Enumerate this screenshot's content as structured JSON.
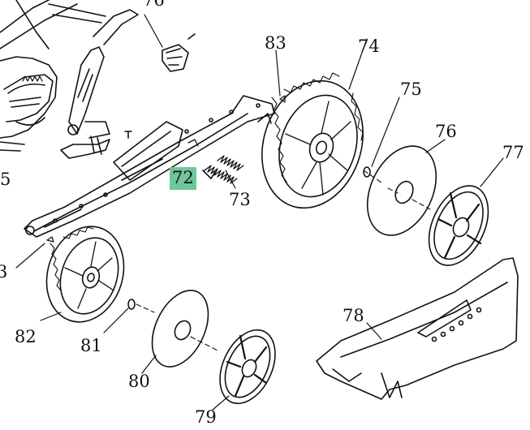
{
  "diagram": {
    "labels": [
      {
        "id": "label-76-top",
        "text": "76"
      },
      {
        "id": "label-83",
        "text": "83"
      },
      {
        "id": "label-74",
        "text": "74"
      },
      {
        "id": "label-75",
        "text": "75"
      },
      {
        "id": "label-76",
        "text": "76"
      },
      {
        "id": "label-77",
        "text": "77"
      },
      {
        "id": "label-85",
        "text": "5"
      },
      {
        "id": "label-72",
        "text": "72",
        "highlighted": true
      },
      {
        "id": "label-73",
        "text": "73"
      },
      {
        "id": "label-8x",
        "text": "3"
      },
      {
        "id": "label-78",
        "text": "78"
      },
      {
        "id": "label-82",
        "text": "82"
      },
      {
        "id": "label-81",
        "text": "81"
      },
      {
        "id": "label-80",
        "text": "80"
      },
      {
        "id": "label-79",
        "text": "79"
      }
    ],
    "highlight_color": "#6dc79a"
  }
}
